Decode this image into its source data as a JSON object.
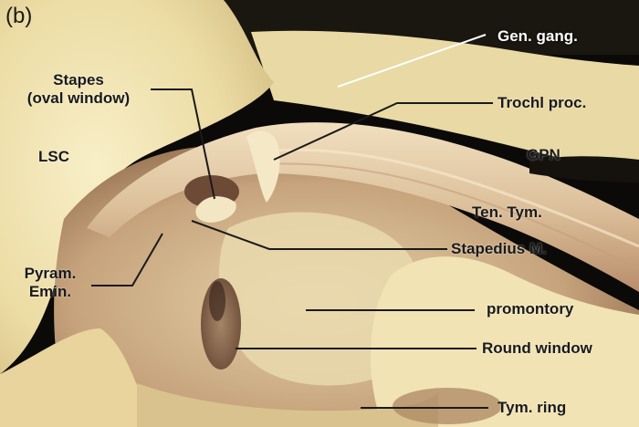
{
  "figure": {
    "panel_letter": "(b)",
    "colors": {
      "background": "#000000",
      "bone": "#efe3ab",
      "bone_light": "#f6edc6",
      "tissue_shadow": "#a07858",
      "tendon": "#e7d0ad",
      "leader_dark": "#1a1a1a",
      "leader_light": "#ffffff"
    },
    "labels": {
      "gen_gang": "Gen. gang.",
      "stapes": "Stapes",
      "oval_window": "(oval window)",
      "trochl_proc": "Trochl proc.",
      "lsc": "LSC",
      "gpn": "GPN",
      "ten_tym": "Ten. Tym.",
      "stapedius": "Stapedius M.",
      "pyram": "Pyram.",
      "emin": "Emin.",
      "promontory": "promontory",
      "round_window": "Round window",
      "tym_ring": "Tym. ring"
    }
  }
}
